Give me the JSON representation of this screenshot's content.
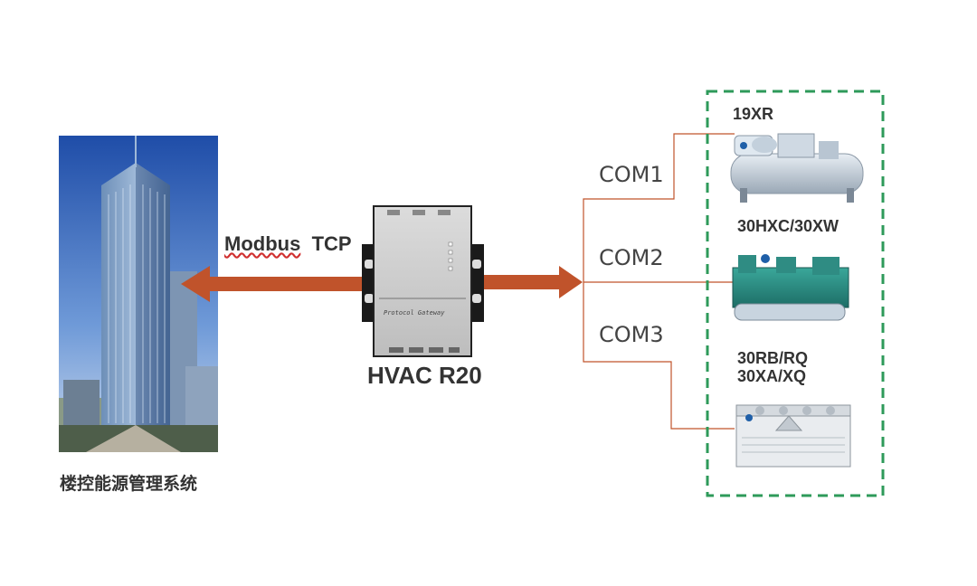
{
  "building": {
    "caption": "楼控能源管理系统"
  },
  "link": {
    "protocol_left": "Modbus",
    "protocol_right": "TCP",
    "arrow_color": "#c0532b"
  },
  "gateway": {
    "title": "HVAC R20",
    "panel_text": "Protocol Gateway"
  },
  "ports": [
    {
      "label": "COM1",
      "model": "19XR"
    },
    {
      "label": "COM2",
      "model": "30HXC/30XW"
    },
    {
      "label": "COM3",
      "model_line1": "30RB/RQ",
      "model_line2": "30XA/XQ"
    }
  ],
  "colors": {
    "connector": "#c0532b",
    "group_border": "#2e9a5a"
  }
}
